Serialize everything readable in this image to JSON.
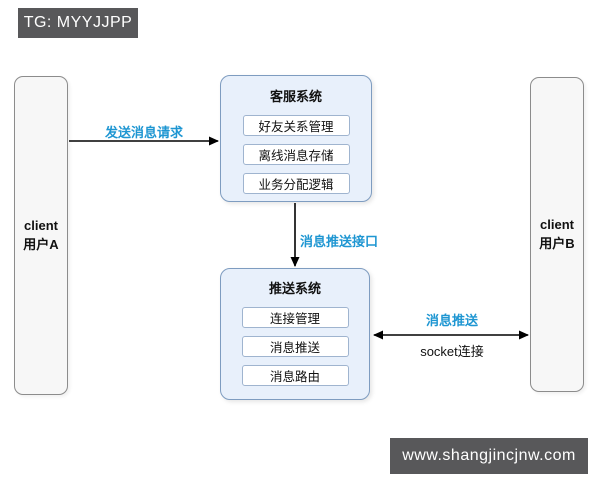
{
  "badges": {
    "top_left": "TG: MYYJJPP",
    "bottom_right": "www.shangjincjnw.com"
  },
  "clients": {
    "a": {
      "line1": "client",
      "line2": "用户A"
    },
    "b": {
      "line1": "client",
      "line2": "用户B"
    }
  },
  "systems": {
    "service": {
      "title": "客服系统",
      "modules": [
        "好友关系管理",
        "离线消息存储",
        "业务分配逻辑"
      ]
    },
    "push": {
      "title": "推送系统",
      "modules": [
        "连接管理",
        "消息推送",
        "消息路由"
      ]
    }
  },
  "arrows": {
    "send_request_label": "发送消息请求",
    "push_interface_label": "消息推送接口",
    "message_push_label": "消息推送",
    "socket_label": "socket连接"
  },
  "colors": {
    "accent_blue_text": "#1e96d2",
    "system_box_fill": "#e8f0fb",
    "system_box_border": "#7e9cc0",
    "module_border": "#9fb4cf",
    "client_fill": "#f7f7f7",
    "client_border": "#8c8c8c",
    "badge_bg": "#58585a",
    "arrow_color": "#000000"
  }
}
